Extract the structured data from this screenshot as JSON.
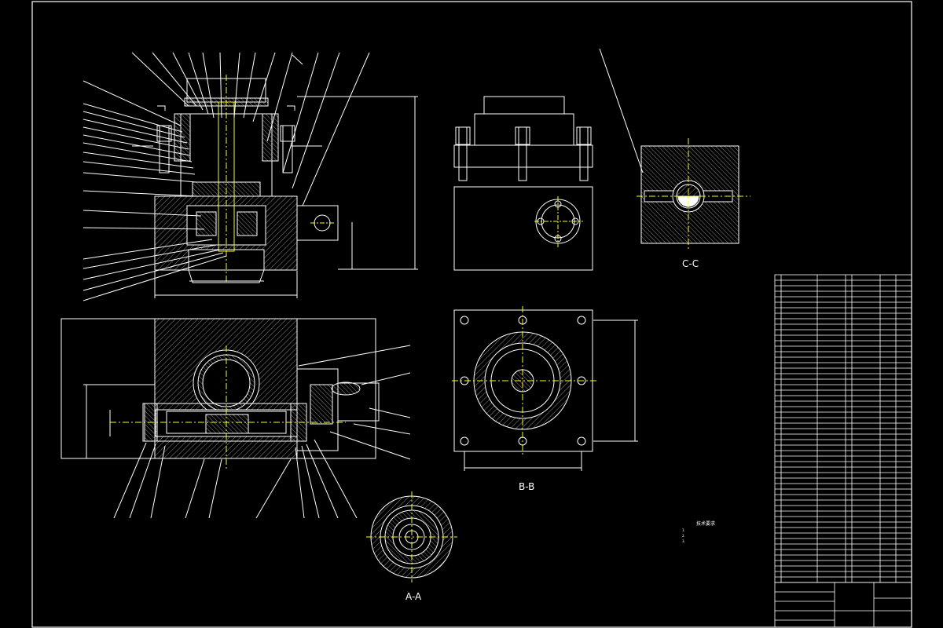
{
  "drawing": {
    "background": "#000000",
    "line_color": "#ffffff",
    "accent_color": "#ffff00",
    "view_labels": {
      "cc": "C-C",
      "bb": "B-B",
      "aa": "A-A"
    },
    "tech_requirements": {
      "title": "技术要求",
      "notes": [
        "1.",
        "2.",
        "3."
      ]
    }
  }
}
